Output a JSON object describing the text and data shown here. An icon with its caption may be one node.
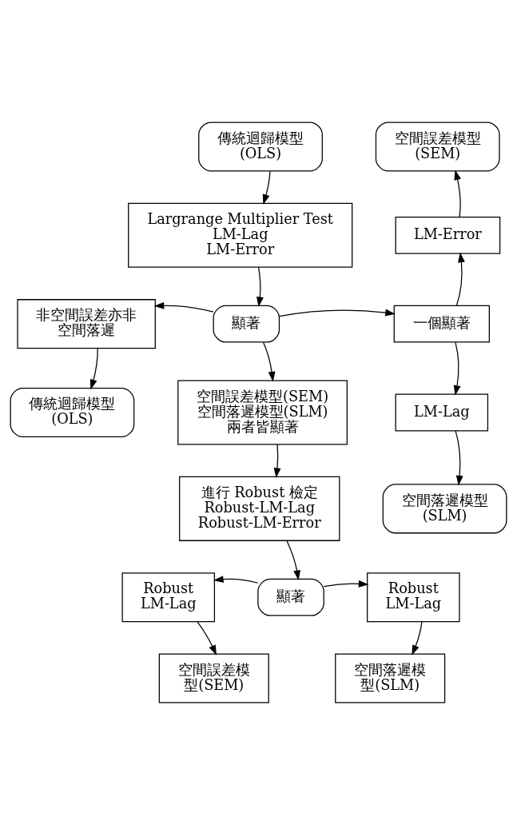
{
  "diagram": {
    "nodes": [
      {
        "text": [
          "傳統迴歸模型",
          "(OLS)"
        ]
      },
      {
        "text": [
          "Largrange Multiplier Test",
          "LM-Lag",
          "LM-Error"
        ]
      },
      {
        "text": [
          "顯著"
        ]
      },
      {
        "text": [
          "非空間誤差亦非空間落遲"
        ]
      },
      {
        "text": [
          "傳統迴歸模型",
          "(OLS)"
        ]
      },
      {
        "text": [
          "一個顯著"
        ]
      },
      {
        "text": [
          "LM-Error"
        ]
      },
      {
        "text": [
          "空間誤差模型",
          "(SEM)"
        ]
      },
      {
        "text": [
          "LM-Lag"
        ]
      },
      {
        "text": [
          "空間落遲模型",
          "(SLM)"
        ]
      },
      {
        "text": [
          "空間誤差模型(SEM)",
          "空間落遲模型(SLM)",
          "兩者皆顯著"
        ]
      },
      {
        "text": [
          "進行 Robust 檢定",
          "Robust-LM-Lag",
          "Robust-LM-Error"
        ]
      },
      {
        "text": [
          "顯著"
        ]
      },
      {
        "text": [
          "Robust LM-Lag"
        ]
      },
      {
        "text": [
          "Robust LM-Lag"
        ]
      },
      {
        "text": [
          "空間誤差模型(SEM)"
        ]
      },
      {
        "text": [
          "空間落遲模型(SLM)"
        ]
      }
    ],
    "edges": [
      {
        "from": 0,
        "to": 1,
        "arrow": "to"
      },
      {
        "from": 1,
        "to": 2,
        "arrow": "to"
      },
      {
        "from": 2,
        "to": 3,
        "arrow": "to"
      },
      {
        "from": 2,
        "to": 5,
        "arrow": "to"
      },
      {
        "from": 3,
        "to": 4,
        "arrow": "to"
      },
      {
        "from": 5,
        "to": 6,
        "arrow": "to"
      },
      {
        "from": 6,
        "to": 7,
        "arrow": "to"
      },
      {
        "from": 5,
        "to": 8,
        "arrow": "to"
      },
      {
        "from": 8,
        "to": 9,
        "arrow": "to"
      },
      {
        "from": 2,
        "to": 10,
        "arrow": "to"
      },
      {
        "from": 10,
        "to": 11,
        "arrow": "to"
      },
      {
        "from": 11,
        "to": 12,
        "arrow": "to"
      },
      {
        "from": 12,
        "to": 13,
        "arrow": "to"
      },
      {
        "from": 12,
        "to": 14,
        "arrow": "to"
      },
      {
        "from": 13,
        "to": 15,
        "arrow": "to"
      },
      {
        "from": 14,
        "to": 16,
        "arrow": "to"
      }
    ]
  }
}
